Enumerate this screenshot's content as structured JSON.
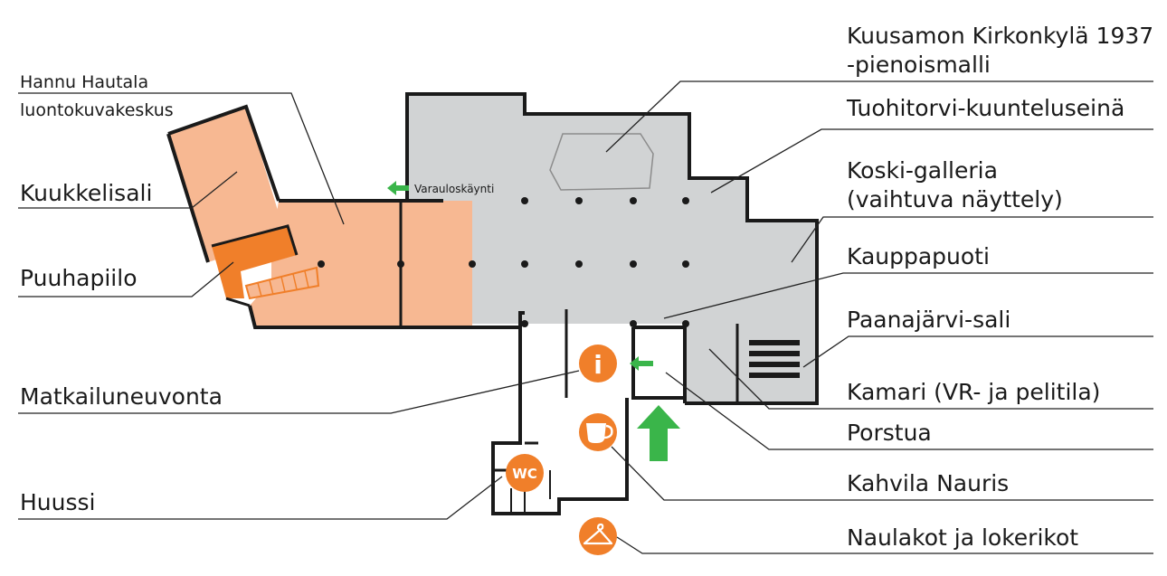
{
  "labels_right": {
    "kirkonkyla_line1": "Kuusamon Kirkonkylä 1937",
    "kirkonkyla_line2": "-pienoismalli",
    "tuohitorvi": "Tuohitorvi-kuunteluseinä",
    "koski_line1": "Koski-galleria",
    "koski_line2": "(vaihtuva näyttely)",
    "kauppapuoti": "Kauppapuoti",
    "paanajarvi": "Paanajärvi-sali",
    "kamari": "Kamari (VR- ja pelitila)",
    "porstua": "Porstua",
    "kahvila": "Kahvila Nauris",
    "naulakot": "Naulakot ja lokerikot"
  },
  "labels_left": {
    "hautala_line1": "Hannu Hautala",
    "hautala_line2": "luontokuvakeskus",
    "kuukkelisali": "Kuukkelisali",
    "puuhapiilo": "Puuhapiilo",
    "matkailuneuvonta": "Matkailuneuvonta",
    "huussi": "Huussi"
  },
  "map_text": {
    "emergency_exit": "Varauloskäynti",
    "wc": "WC",
    "info": "i"
  },
  "colors": {
    "orange_room": "#f7b892",
    "orange_dark": "#f07f2a",
    "gray_room": "#d1d3d4",
    "green_arrow": "#3ab54a",
    "wall": "#1a1a1a"
  },
  "icons": [
    "info-icon",
    "coffee-cup-icon",
    "wc-icon",
    "hanger-icon",
    "exit-arrow-icon",
    "entrance-arrow-icon"
  ]
}
